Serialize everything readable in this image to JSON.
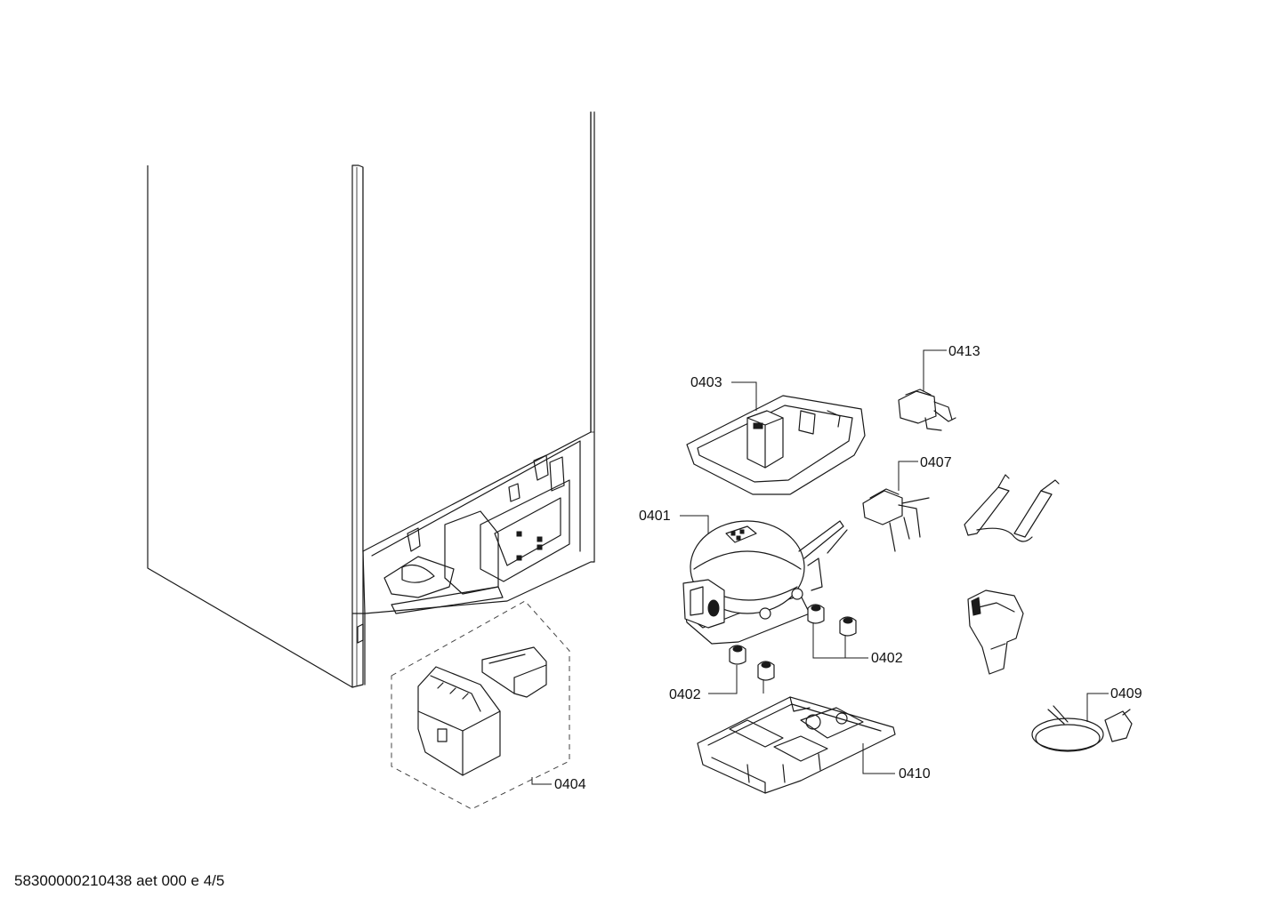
{
  "callouts": {
    "c0413": "0413",
    "c0403": "0403",
    "c0407": "0407",
    "c0401": "0401",
    "c0402a": "0402",
    "c0402b": "0402",
    "c0409": "0409",
    "c0410": "0410",
    "c0404": "0404"
  },
  "footer": {
    "doc_code": "58300000210438 aet 000 e 4/5"
  }
}
